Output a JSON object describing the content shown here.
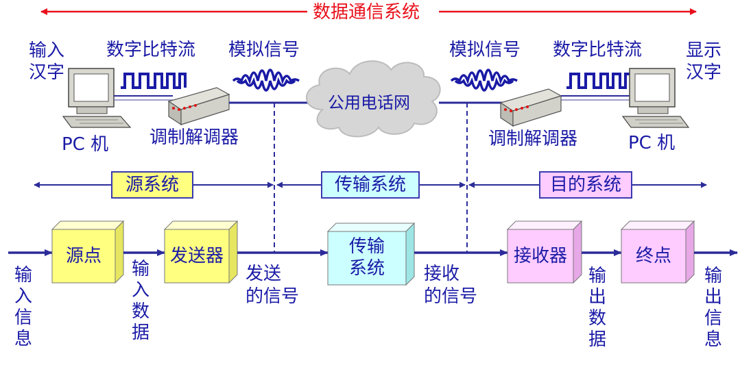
{
  "title": "数据通信系统",
  "top": {
    "input_chars": "输入汉字",
    "bitstream_left": "数字比特流",
    "analog_left": "模拟信号",
    "analog_right": "模拟信号",
    "bitstream_right": "数字比特流",
    "display_chars": "显示汉字",
    "pc_left": "PC 机",
    "pc_right": "PC 机",
    "modem_left": "调制解调器",
    "modem_right": "调制解调器",
    "cloud": "公用电话网"
  },
  "systems": {
    "source": "源系统",
    "transmission": "传输系统",
    "destination": "目的系统"
  },
  "flow": {
    "input_info": "输入信息",
    "source_point": "源点",
    "input_data": "输入数据",
    "transmitter": "发送器",
    "sent_signal_1": "发送",
    "sent_signal_2": "的信号",
    "transmission_system_1": "传输",
    "transmission_system_2": "系统",
    "received_signal_1": "接收",
    "received_signal_2": "的信号",
    "receiver": "接收器",
    "output_data": "输出数据",
    "end_point": "终点",
    "output_info": "输出信息"
  },
  "colors": {
    "line": "#2b2b9a",
    "title": "#e8101a",
    "yellow_box": "#ffff80",
    "cyan_box": "#ccffff",
    "pink_box": "#ffccff"
  }
}
